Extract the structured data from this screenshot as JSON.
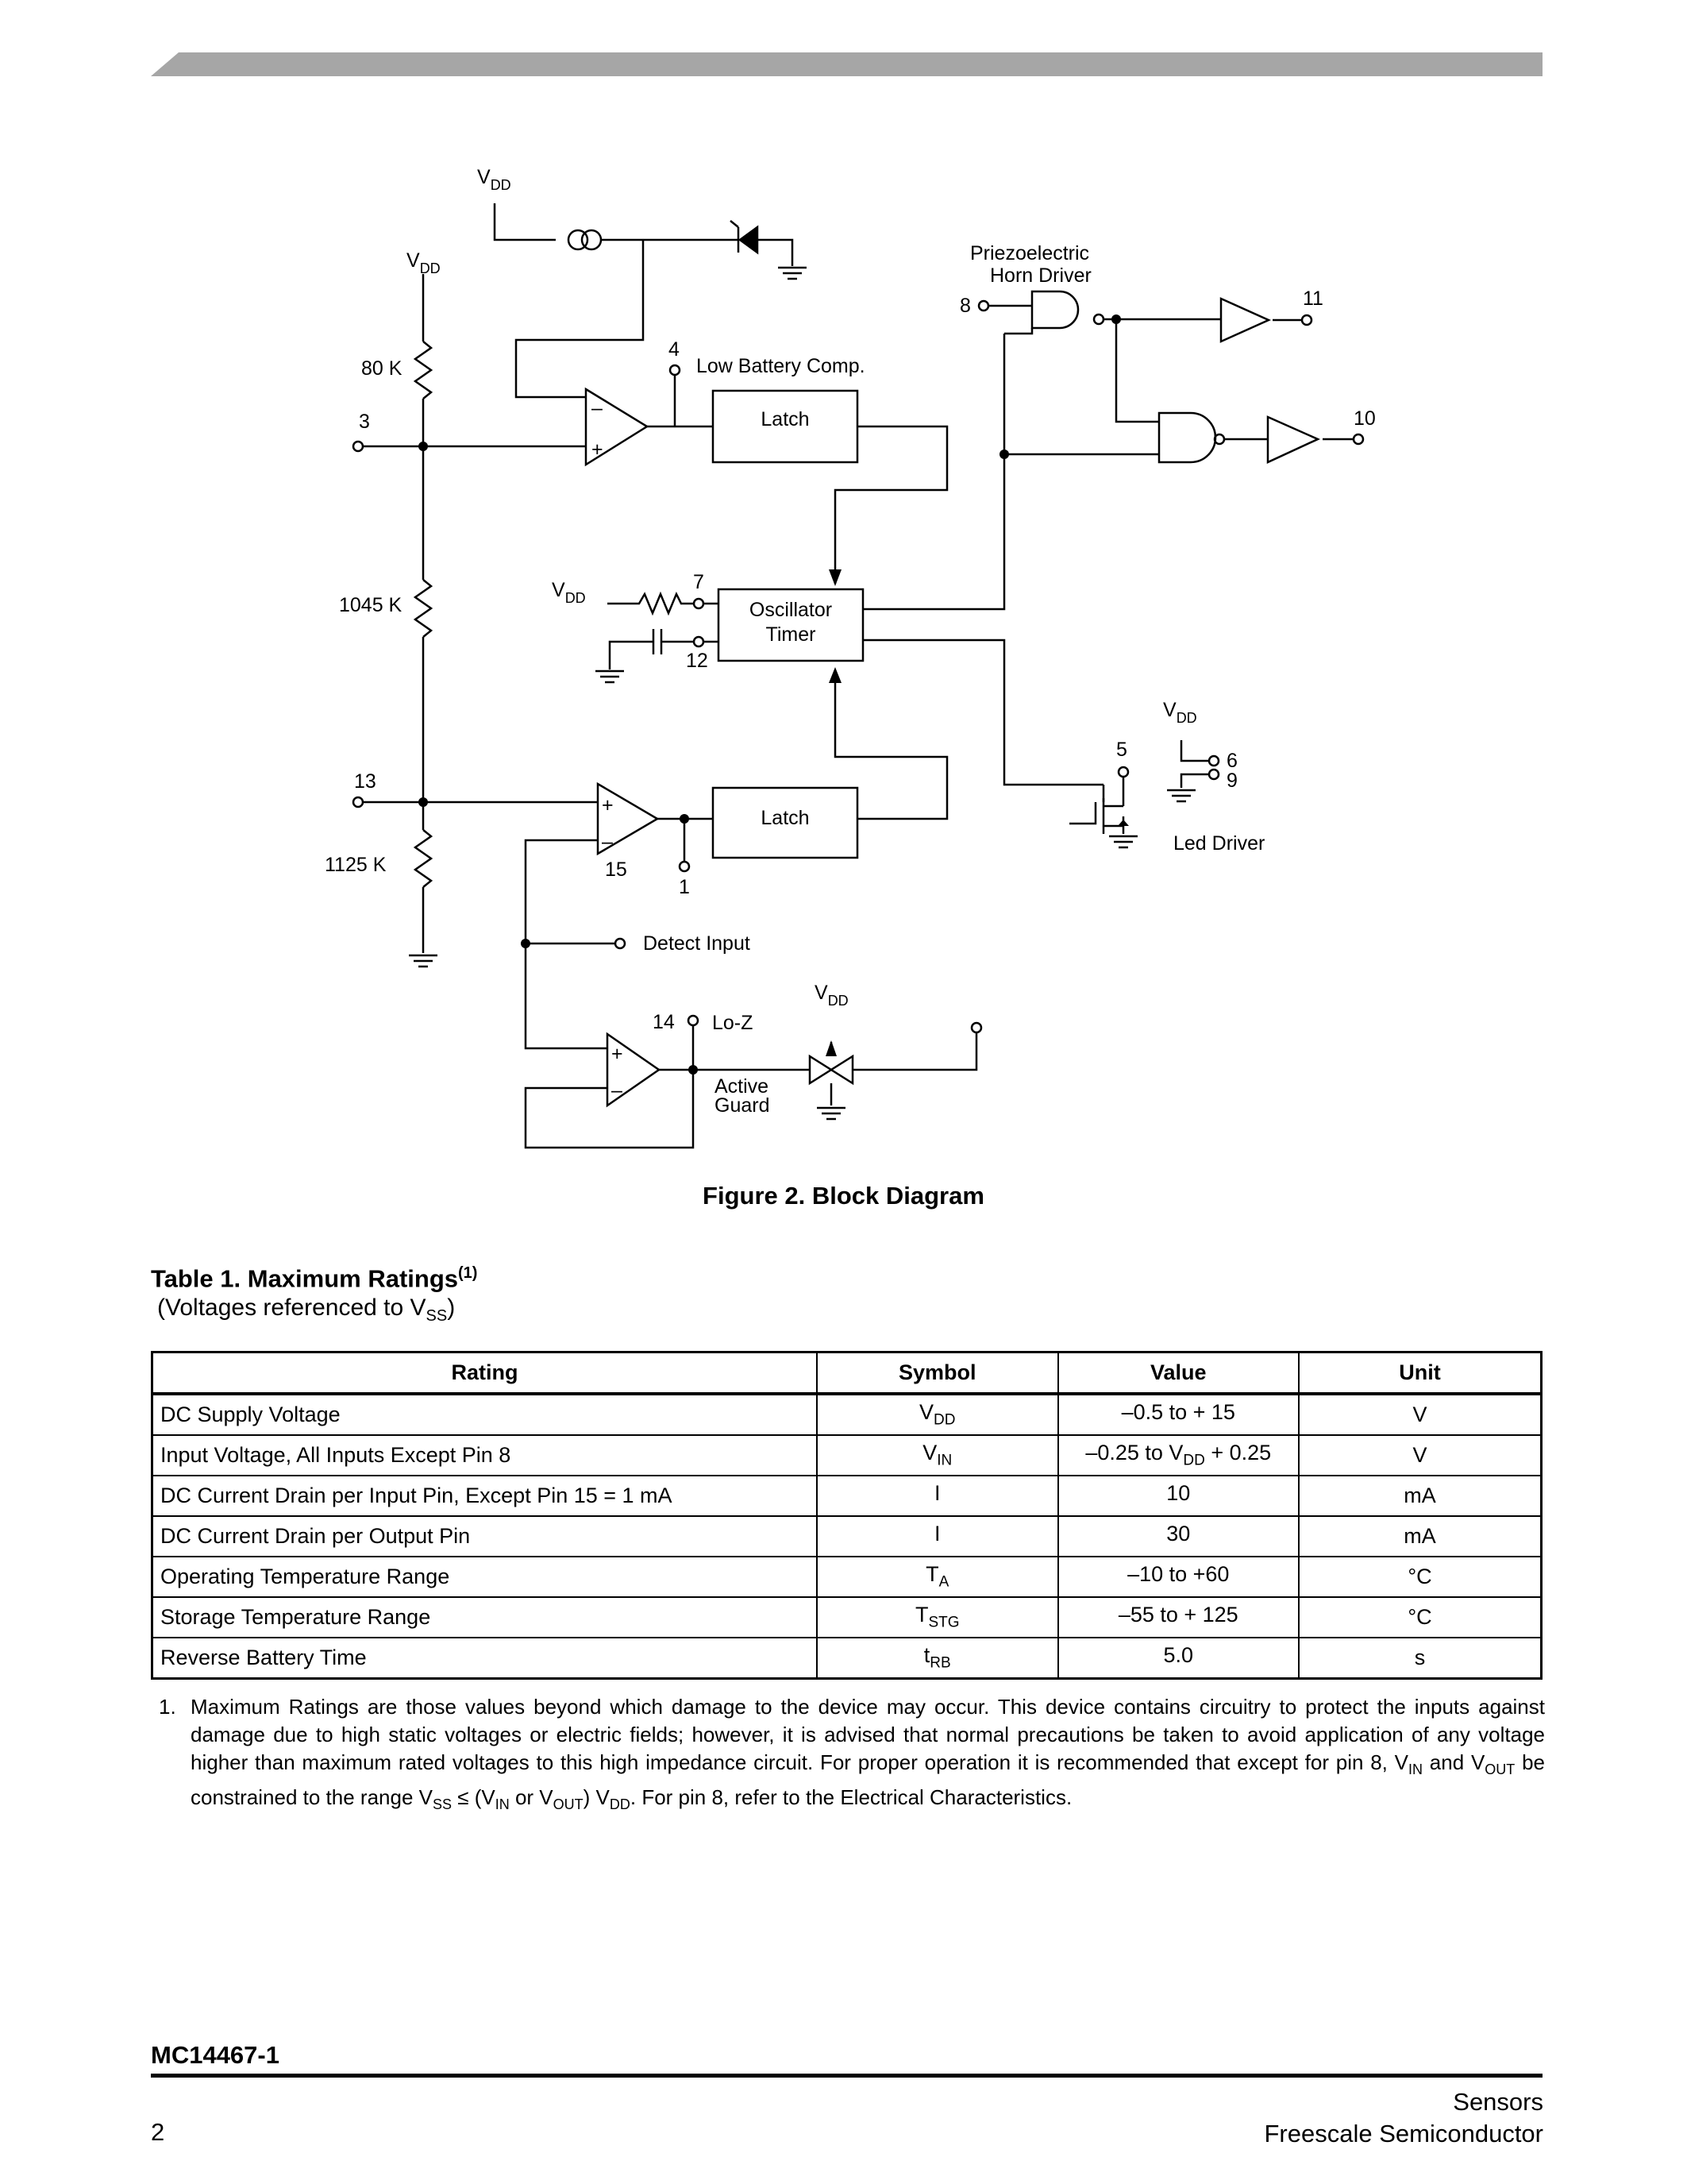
{
  "diagram": {
    "labels": {
      "vdd_top": "V",
      "vdd_left": "V",
      "vdd_osc": "V",
      "vdd_led": "V",
      "vdd_guard": "V",
      "vdd_sub": "DD",
      "r80k": "80 K",
      "r1045k": "1045 K",
      "r1125k": "1125 K",
      "pin3": "3",
      "pin4": "4",
      "pin7": "7",
      "pin12": "12",
      "pin13": "13",
      "pin15": "15",
      "pin1": "1",
      "pin14": "14",
      "pin5": "5",
      "pin6": "6",
      "pin9": "9",
      "pin8": "8",
      "pin11": "11",
      "pin10": "10",
      "low_battery_comp": "Low Battery Comp.",
      "latch1": "Latch",
      "latch2": "Latch",
      "oscillator": "Oscillator",
      "timer": "Timer",
      "horn_line1": "Priezoelectric",
      "horn_line2": "Horn Driver",
      "led_driver": "Led Driver",
      "detect_input": "Detect Input",
      "lo_z": "Lo-Z",
      "active": "Active",
      "guard": "Guard",
      "plus": "+",
      "minus": "–"
    },
    "caption": "Figure 2. Block Diagram"
  },
  "table": {
    "title": "Table 1.  Maximum Ratings",
    "title_note": "(1)",
    "subtitle_pre": "(Voltages referenced to V",
    "subtitle_sub": "SS",
    "subtitle_post": ")",
    "headers": [
      "Rating",
      "Symbol",
      "Value",
      "Unit"
    ],
    "rows": [
      {
        "rating": "DC Supply Voltage",
        "sym": "V",
        "sym_sub": "DD",
        "val_pre": "–0.5 to + 15",
        "val_sub": "",
        "val_post": "",
        "unit": "V"
      },
      {
        "rating": "Input Voltage, All Inputs Except Pin 8",
        "sym": "V",
        "sym_sub": "IN",
        "val_pre": "–0.25 to V",
        "val_sub": "DD",
        "val_post": " + 0.25",
        "unit": "V"
      },
      {
        "rating": "DC Current Drain per Input Pin, Except Pin 15 = 1 mA",
        "sym": "I",
        "sym_sub": "",
        "val_pre": "10",
        "val_sub": "",
        "val_post": "",
        "unit": "mA"
      },
      {
        "rating": "DC Current Drain per Output Pin",
        "sym": "I",
        "sym_sub": "",
        "val_pre": "30",
        "val_sub": "",
        "val_post": "",
        "unit": "mA"
      },
      {
        "rating": "Operating Temperature Range",
        "sym": "T",
        "sym_sub": "A",
        "val_pre": "–10 to +60",
        "val_sub": "",
        "val_post": "",
        "unit": "°C"
      },
      {
        "rating": "Storage Temperature Range",
        "sym": "T",
        "sym_sub": "STG",
        "val_pre": "–55 to + 125",
        "val_sub": "",
        "val_post": "",
        "unit": "°C"
      },
      {
        "rating": "Reverse Battery Time",
        "sym": "t",
        "sym_sub": "RB",
        "val_pre": "5.0",
        "val_sub": "",
        "val_post": "",
        "unit": "s"
      }
    ]
  },
  "footnote": {
    "number": "1.",
    "text_a": "Maximum Ratings are those values beyond which damage to the device may occur. This device contains circuitry to protect the inputs against damage due to high static voltages or electric fields; however, it is advised that normal precautions be taken to avoid application of any voltage higher than maximum rated voltages to this high impedance circuit. For proper operation it is recommended that except for pin 8, V",
    "sub_in": "IN",
    "text_b": " and V",
    "sub_out": "OUT",
    "text_c": " be constrained to the range V",
    "sub_ss": "SS",
    "text_d": " ≤ (V",
    "sub_in2": "IN",
    "text_e": " or V",
    "sub_out2": "OUT",
    "text_f": ") V",
    "sub_dd": "DD",
    "text_g": ". For pin 8, refer to the Electrical Characteristics."
  },
  "footer": {
    "doc_id": "MC14467-1",
    "section": "Sensors",
    "company": "Freescale Semiconductor",
    "page": "2"
  }
}
